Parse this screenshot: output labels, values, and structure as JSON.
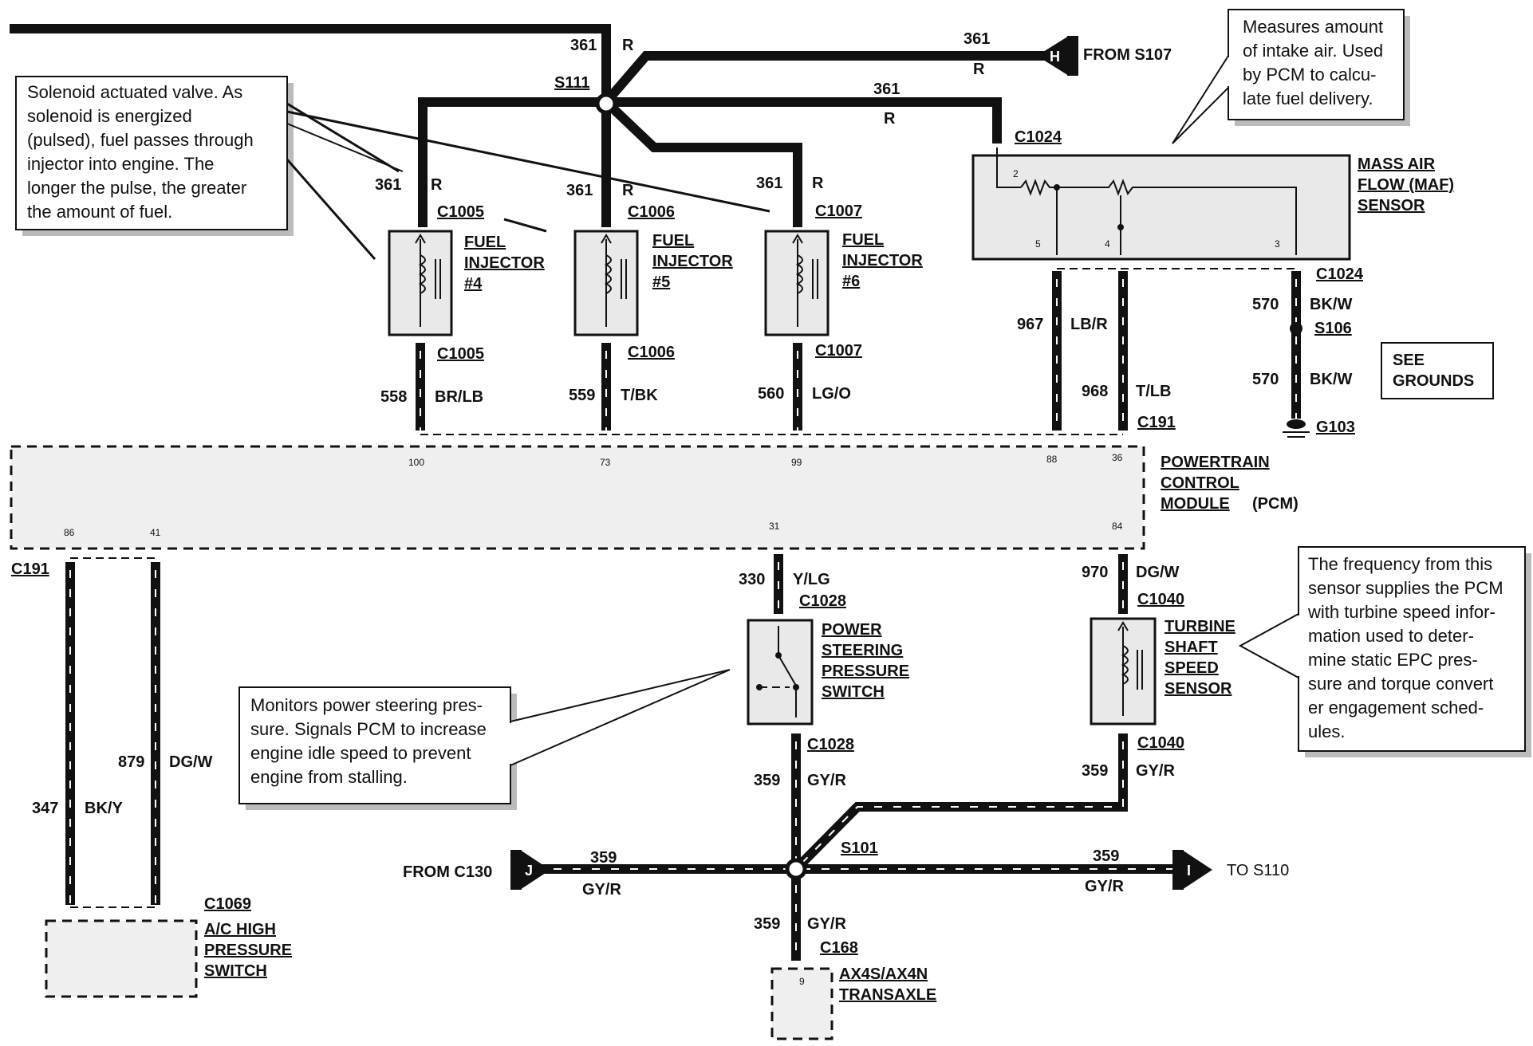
{
  "splices": {
    "s111": "S111",
    "s101": "S101",
    "s106": "S106"
  },
  "feeds": {
    "from_s107": {
      "letter": "H",
      "text": "FROM S107"
    },
    "from_c130": {
      "letter": "J",
      "text": "FROM C130"
    },
    "to_s110": {
      "letter": "I",
      "text": "TO S110"
    }
  },
  "wires": {
    "w361_top": {
      "num": "361",
      "color": "R"
    },
    "w361_h": {
      "num": "361",
      "color": "R"
    },
    "w361_maf": {
      "num": "361",
      "color": "R"
    },
    "w361_inj4": {
      "num": "361",
      "color": "R"
    },
    "w361_inj5": {
      "num": "361",
      "color": "R"
    },
    "w361_inj6": {
      "num": "361",
      "color": "R"
    },
    "w558": {
      "num": "558",
      "color": "BR/LB"
    },
    "w559": {
      "num": "559",
      "color": "T/BK"
    },
    "w560": {
      "num": "560",
      "color": "LG/O"
    },
    "w967": {
      "num": "967",
      "color": "LB/R"
    },
    "w968": {
      "num": "968",
      "color": "T/LB"
    },
    "w570a": {
      "num": "570",
      "color": "BK/W"
    },
    "w570b": {
      "num": "570",
      "color": "BK/W"
    },
    "w347": {
      "num": "347",
      "color": "BK/Y"
    },
    "w879": {
      "num": "879",
      "color": "DG/W"
    },
    "w330": {
      "num": "330",
      "color": "Y/LG"
    },
    "w970": {
      "num": "970",
      "color": "DG/W"
    },
    "w359_ps": {
      "num": "359",
      "color": "GY/R"
    },
    "w359_tss": {
      "num": "359",
      "color": "GY/R"
    },
    "w359_left": {
      "num": "359",
      "color": "GY/R"
    },
    "w359_right": {
      "num": "359",
      "color": "GY/R"
    },
    "w359_bottom": {
      "num": "359",
      "color": "GY/R"
    }
  },
  "connectors": {
    "c1005_top": "C1005",
    "c1005_bot": "C1005",
    "c1006_top": "C1006",
    "c1006_bot": "C1006",
    "c1007_top": "C1007",
    "c1007_bot": "C1007",
    "c1024_top": "C1024",
    "c1024_bot": "C1024",
    "c191_right": "C191",
    "c191_left": "C191",
    "c1028_top": "C1028",
    "c1028_bot": "C1028",
    "c1040_top": "C1040",
    "c1040_bot": "C1040",
    "c1069": "C1069",
    "c168": "C168",
    "g103": "G103"
  },
  "components": {
    "inj4": [
      "FUEL",
      "INJECTOR",
      "#4"
    ],
    "inj5": [
      "FUEL",
      "INJECTOR",
      "#5"
    ],
    "inj6": [
      "FUEL",
      "INJECTOR",
      "#6"
    ],
    "maf": [
      "MASS AIR",
      "FLOW (MAF)",
      "SENSOR"
    ],
    "pcm": [
      "POWERTRAIN",
      "CONTROL",
      "MODULE"
    ],
    "pcm_suffix": "(PCM)",
    "ps_switch": [
      "POWER",
      "STEERING",
      "PRESSURE",
      "SWITCH"
    ],
    "tss": [
      "TURBINE",
      "SHAFT",
      "SPEED",
      "SENSOR"
    ],
    "ac_switch": [
      "A/C HIGH",
      "PRESSURE",
      "SWITCH"
    ],
    "transaxle": [
      "AX4S/AX4N",
      "TRANSAXLE"
    ],
    "see_grounds": [
      "SEE",
      "GROUNDS"
    ]
  },
  "pins": {
    "pcm_100": "100",
    "pcm_73": "73",
    "pcm_99": "99",
    "pcm_88": "88",
    "pcm_36": "36",
    "pcm_86": "86",
    "pcm_41": "41",
    "pcm_31": "31",
    "pcm_84": "84",
    "maf_2": "2",
    "maf_5": "5",
    "maf_4": "4",
    "maf_3": "3",
    "trans_9": "9"
  },
  "notes": {
    "injector": [
      "Solenoid actuated valve. As",
      "solenoid is energized",
      "(pulsed), fuel passes through",
      "injector into engine. The",
      "longer the pulse, the greater",
      "the amount of fuel."
    ],
    "maf": [
      "Measures amount",
      "of intake air. Used",
      "by PCM to calcu-",
      "late fuel delivery."
    ],
    "ps": [
      "Monitors power steering pres-",
      "sure. Signals PCM to increase",
      "engine idle speed to prevent",
      "engine from stalling."
    ],
    "tss": [
      "The frequency from this",
      "sensor supplies the PCM",
      "with turbine speed infor-",
      "mation used to deter-",
      "mine static  EPC pres-",
      "sure and torque convert",
      "er engagement sched-",
      "ules."
    ]
  }
}
